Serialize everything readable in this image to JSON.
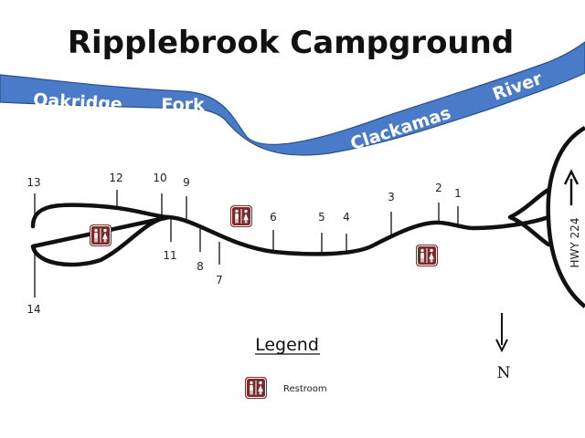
{
  "title": "Ripplebrook Campground",
  "river": {
    "color": "#4a7bc8",
    "outline": "#2a4f8c",
    "labels": [
      {
        "id": "oakridge",
        "text": "Oakridge"
      },
      {
        "id": "fork",
        "text": "Fork"
      },
      {
        "id": "clackamas",
        "text": "Clackamas"
      },
      {
        "id": "river",
        "text": "River"
      }
    ]
  },
  "road": {
    "color": "#111111"
  },
  "highway": {
    "label": "HWY 224"
  },
  "campsites": [
    "1",
    "2",
    "3",
    "4",
    "5",
    "6",
    "7",
    "8",
    "9",
    "10",
    "11",
    "12",
    "13",
    "14"
  ],
  "restroom": {
    "color": "#7a2a2a",
    "icon": "restroom-icon"
  },
  "legend": {
    "title": "Legend",
    "items": [
      {
        "icon": "restroom-icon",
        "label": "Restroom"
      }
    ]
  },
  "north": {
    "label": "N",
    "icon": "north-arrow-icon"
  }
}
